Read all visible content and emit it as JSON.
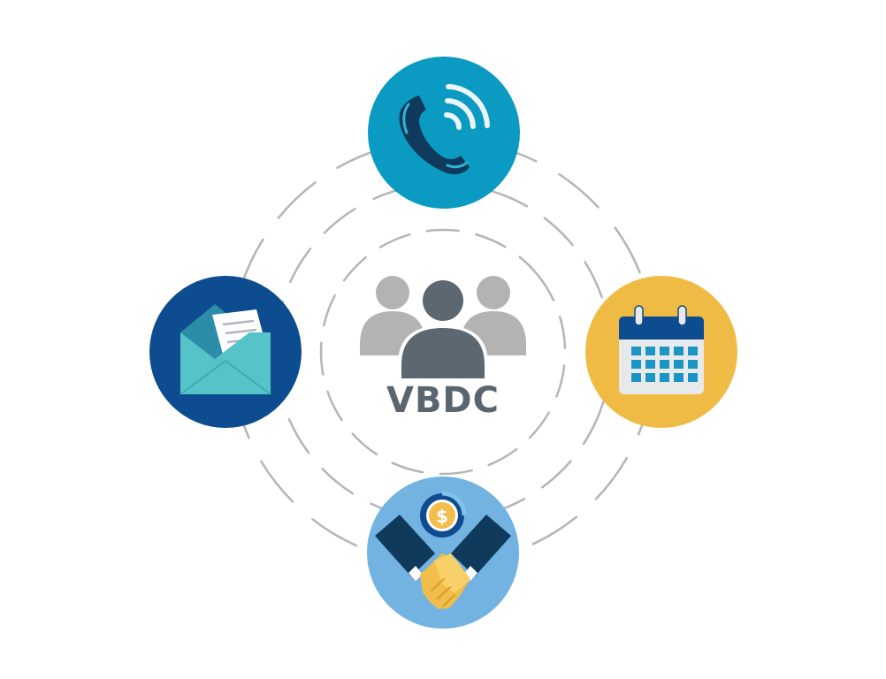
{
  "diagram": {
    "center": {
      "label": "VBDC",
      "icon": "group-people-icon"
    },
    "nodes": [
      {
        "id": "phone",
        "icon": "phone-icon",
        "color": "#0a9ac2"
      },
      {
        "id": "email",
        "icon": "envelope-icon",
        "color": "#0d4c8e"
      },
      {
        "id": "calendar",
        "icon": "calendar-icon",
        "color": "#efbb45"
      },
      {
        "id": "deal",
        "icon": "handshake-icon",
        "color": "#72b3e1"
      }
    ],
    "colors": {
      "ring": "#b5b5b5",
      "people_light": "#b3b3b3",
      "people_dark": "#5b6771",
      "label": "#5a6570"
    }
  }
}
